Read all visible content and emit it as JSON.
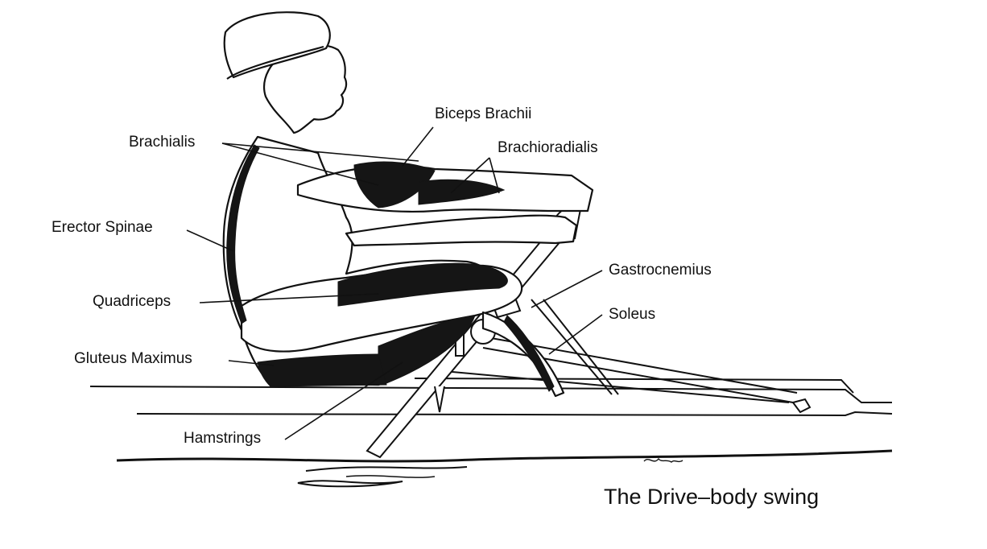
{
  "labels": {
    "biceps_brachii": "Biceps Brachii",
    "brachialis": "Brachialis",
    "brachioradialis": "Brachioradialis",
    "erector_spinae": "Erector Spinae",
    "quadriceps": "Quadriceps",
    "gluteus_maximus": "Gluteus Maximus",
    "hamstrings": "Hamstrings",
    "gastrocnemius": "Gastrocnemius",
    "soleus": "Soleus"
  },
  "caption": "The Drive–body swing",
  "colors": {
    "ink": "#111111",
    "muscle": "#151515",
    "paper": "#ffffff"
  }
}
